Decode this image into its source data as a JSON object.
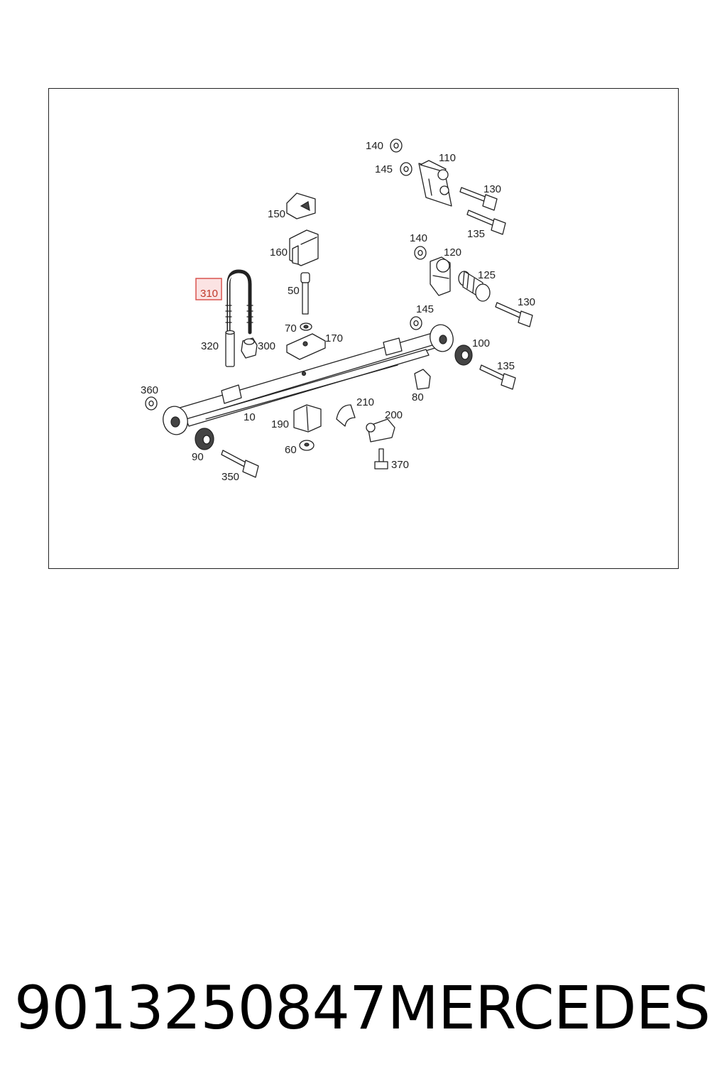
{
  "diagram": {
    "highlight_color": "#d9534f",
    "labels": {
      "l140a": "140",
      "l145a": "145",
      "l110": "110",
      "l130a": "130",
      "l135a": "135",
      "l150": "150",
      "l160": "160",
      "l50": "50",
      "l310": "310",
      "l140b": "140",
      "l120": "120",
      "l125": "125",
      "l130b": "130",
      "l145b": "145",
      "l70": "70",
      "l170": "170",
      "l320": "320",
      "l300": "300",
      "l100": "100",
      "l135b": "135",
      "l360": "360",
      "l80": "80",
      "l210": "210",
      "l200": "200",
      "l10": "10",
      "l190": "190",
      "l90": "90",
      "l60": "60",
      "l370": "370",
      "l350": "350"
    }
  },
  "caption": {
    "part_number": "9013250847",
    "brand": "MERCEDES"
  }
}
